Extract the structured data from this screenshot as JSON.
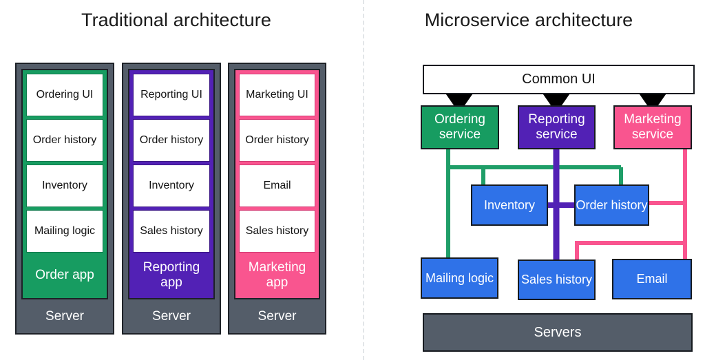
{
  "panels": {
    "left": {
      "title": "Traditional architecture"
    },
    "right": {
      "title": "Microservice architecture"
    }
  },
  "colors": {
    "green": "#179c61",
    "purple": "#5221b5",
    "pink": "#f9558f",
    "blue": "#2f72e8",
    "grey": "#545d69",
    "outline": "#1d2127",
    "divider": "#e2e5e8",
    "background": "#ffffff"
  },
  "traditional": {
    "server_label": "Server",
    "stacks": [
      {
        "accent": "green",
        "app_label": "Order app",
        "units": [
          "Ordering UI",
          "Order history",
          "Inventory",
          "Mailing logic"
        ]
      },
      {
        "accent": "purple",
        "app_label": "Reporting app",
        "units": [
          "Reporting UI",
          "Order history",
          "Inventory",
          "Sales history"
        ]
      },
      {
        "accent": "pink",
        "app_label": "Marketing app",
        "units": [
          "Marketing UI",
          "Order history",
          "Email",
          "Sales history"
        ]
      }
    ]
  },
  "microservice": {
    "common_ui": "Common UI",
    "services": [
      {
        "label": "Ordering service",
        "accent": "green"
      },
      {
        "label": "Reporting service",
        "accent": "purple"
      },
      {
        "label": "Marketing service",
        "accent": "pink"
      }
    ],
    "data_stores": [
      {
        "label": "Inventory"
      },
      {
        "label": "Order history"
      },
      {
        "label": "Mailing logic"
      },
      {
        "label": "Sales history"
      },
      {
        "label": "Email"
      }
    ],
    "servers_label": "Servers",
    "connections": [
      {
        "from": "Common UI",
        "to": "Ordering service",
        "style": "arrow-black"
      },
      {
        "from": "Common UI",
        "to": "Reporting service",
        "style": "arrow-black"
      },
      {
        "from": "Common UI",
        "to": "Marketing service",
        "style": "arrow-black"
      },
      {
        "from": "Ordering service",
        "to": "Inventory",
        "style": "green"
      },
      {
        "from": "Ordering service",
        "to": "Order history",
        "style": "green"
      },
      {
        "from": "Ordering service",
        "to": "Mailing logic",
        "style": "green"
      },
      {
        "from": "Reporting service",
        "to": "Inventory",
        "style": "purple"
      },
      {
        "from": "Reporting service",
        "to": "Order history",
        "style": "purple"
      },
      {
        "from": "Reporting service",
        "to": "Sales history",
        "style": "purple"
      },
      {
        "from": "Marketing service",
        "to": "Order history",
        "style": "pink"
      },
      {
        "from": "Marketing service",
        "to": "Email",
        "style": "pink"
      },
      {
        "from": "Marketing service",
        "to": "Sales history",
        "style": "pink"
      }
    ]
  }
}
